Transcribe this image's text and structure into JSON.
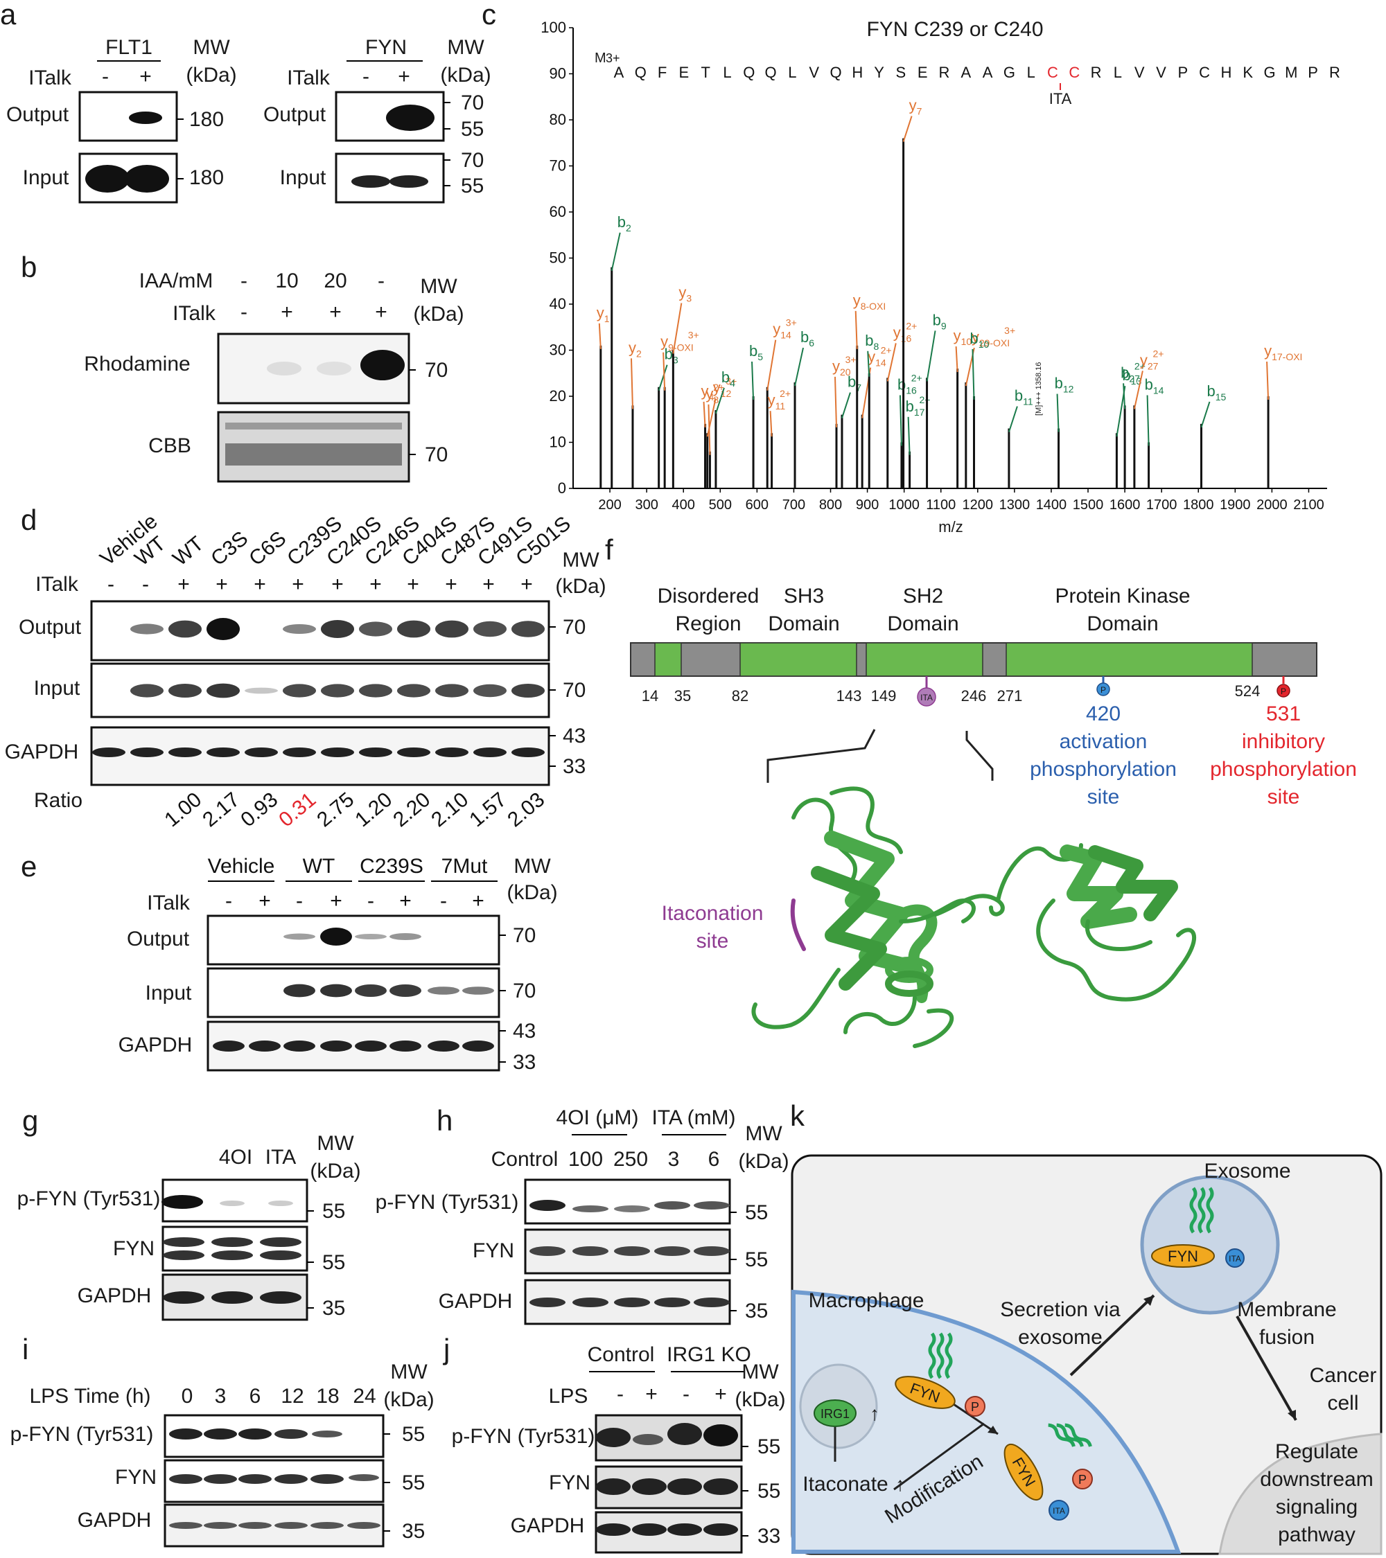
{
  "panels": {
    "a": {
      "letter": "a",
      "blot1_title": "FLT1",
      "blot2_title": "FYN",
      "mw_label": "MW",
      "kda_label": "(kDa)",
      "italk_label": "ITalk",
      "minus": "-",
      "plus": "+",
      "output_label": "Output",
      "input_label": "Input",
      "mw_180": "180",
      "mw_70": "70",
      "mw_55": "55"
    },
    "b": {
      "letter": "b",
      "iaa_label": "IAA/mM",
      "iaa_values": [
        "-",
        "10",
        "20",
        "-"
      ],
      "italk_label": "ITalk",
      "italk_values": [
        "-",
        "+",
        "+",
        "+"
      ],
      "mw_label": "MW",
      "kda_label": "(kDa)",
      "rhodamine_label": "Rhodamine",
      "cbb_label": "CBB",
      "mw_70": "70"
    },
    "c": {
      "letter": "c",
      "title": "FYN  C239 or C240",
      "xlabel": "m/z",
      "sequence": [
        "A",
        "Q",
        "F",
        "E",
        "T",
        "L",
        "Q",
        "Q",
        "L",
        "V",
        "Q",
        "H",
        "Y",
        "S",
        "E",
        "R",
        "A",
        "A",
        "G",
        "L",
        "C",
        "C",
        "R",
        "L",
        "V",
        "V",
        "P",
        "C",
        "H",
        "K",
        "G",
        "M",
        "P",
        "R"
      ],
      "precursor": "M",
      "charge": "3+",
      "ita_mark": "ITA",
      "precursor_note": "[M]+++ 1358.16"
    },
    "d": {
      "letter": "d",
      "lanes": [
        "Vehicle",
        "WT",
        "WT",
        "C3S",
        "C6S",
        "C239S",
        "C240S",
        "C246S",
        "C404S",
        "C487S",
        "C491S",
        "C501S"
      ],
      "italk_label": "ITalk",
      "italk_values": [
        "-",
        "-",
        "+",
        "+",
        "+",
        "+",
        "+",
        "+",
        "+",
        "+",
        "+",
        "+"
      ],
      "mw_label": "MW",
      "kda_label": "(kDa)",
      "output_label": "Output",
      "input_label": "Input",
      "gapdh_label": "GAPDH",
      "ratio_label": "Ratio",
      "ratios": [
        "1.00",
        "2.17",
        "0.93",
        "0.31",
        "2.75",
        "1.20",
        "2.20",
        "2.10",
        "1.57",
        "2.03"
      ],
      "mw_70": "70",
      "mw_43": "43",
      "mw_33": "33"
    },
    "e": {
      "letter": "e",
      "groups": [
        "Vehicle",
        "WT",
        "C239S",
        "7Mut"
      ],
      "italk_label": "ITalk",
      "italk_values": [
        "-",
        "+",
        "-",
        "+",
        "-",
        "+",
        "-",
        "+"
      ],
      "mw_label": "MW",
      "kda_label": "(kDa)",
      "output_label": "Output",
      "input_label": "Input",
      "gapdh_label": "GAPDH",
      "mw_70": "70",
      "mw_43": "43",
      "mw_33": "33"
    },
    "f": {
      "letter": "f",
      "domains": [
        {
          "name_line1": "Disordered",
          "name_line2": "Region"
        },
        {
          "name_line1": "SH3",
          "name_line2": "Domain"
        },
        {
          "name_line1": "SH2",
          "name_line2": "Domain"
        },
        {
          "name_line1": "Protein Kinase",
          "name_line2": "Domain"
        }
      ],
      "positions": [
        "14",
        "35",
        "82",
        "143",
        "149",
        "246",
        "271",
        "524"
      ],
      "ita_badge": "ITA",
      "p_badge": "P",
      "site_420": [
        "420",
        "activation",
        "phosphorylation",
        "site"
      ],
      "site_531": [
        "531",
        "inhibitory",
        "phosphorylation",
        "site"
      ],
      "itaconation_label": [
        "Itaconation",
        "site"
      ]
    },
    "g": {
      "letter": "g",
      "lanes": [
        "",
        "4OI",
        "ITA"
      ],
      "mw_label": "MW",
      "kda_label": "(kDa)",
      "rows": [
        "p-FYN (Tyr531)",
        "FYN",
        "GAPDH"
      ],
      "mw": [
        "55",
        "55",
        "35"
      ]
    },
    "h": {
      "letter": "h",
      "group1": "4OI (μM)",
      "group2": "ITA (mM)",
      "lanes": [
        "Control",
        "100",
        "250",
        "3",
        "6"
      ],
      "mw_label": "MW",
      "kda_label": "(kDa)",
      "rows": [
        "p-FYN (Tyr531)",
        "FYN",
        "GAPDH"
      ],
      "mw": [
        "55",
        "55",
        "35"
      ]
    },
    "i": {
      "letter": "i",
      "lps_label": "LPS Time (h)",
      "lanes": [
        "0",
        "3",
        "6",
        "12",
        "18",
        "24"
      ],
      "mw_label": "MW",
      "kda_label": "(kDa)",
      "rows": [
        "p-FYN (Tyr531)",
        "FYN",
        "GAPDH"
      ],
      "mw": [
        "55",
        "55",
        "35"
      ]
    },
    "j": {
      "letter": "j",
      "groups": [
        "Control",
        "IRG1 KO"
      ],
      "lps_label": "LPS",
      "lps_values": [
        "-",
        "+",
        "-",
        "+"
      ],
      "mw_label": "MW",
      "kda_label": "(kDa)",
      "rows": [
        "p-FYN (Tyr531)",
        "FYN",
        "GAPDH"
      ],
      "mw": [
        "55",
        "55",
        "33"
      ]
    },
    "k": {
      "letter": "k",
      "exosome": "Exosome",
      "macrophage": "Macrophage",
      "secretion": [
        "Secretion via",
        "exosome"
      ],
      "membrane_fusion": [
        "Membrane",
        "fusion"
      ],
      "cancer_cell": [
        "Cancer",
        "cell"
      ],
      "regulate": [
        "Regulate",
        "downstream",
        "signaling",
        "pathway"
      ],
      "irg1": "IRG1",
      "itaconate": "Itaconate",
      "modification": "Modification",
      "fyn": "FYN",
      "ita": "ITA",
      "p": "P"
    }
  },
  "chart_data": {
    "type": "bar",
    "title": "FYN  C239 or C240",
    "xlabel": "m/z",
    "ylabel": "",
    "xlim": [
      100,
      2150
    ],
    "ylim": [
      0,
      100
    ],
    "x_ticks": [
      200,
      300,
      400,
      500,
      600,
      700,
      800,
      900,
      1000,
      1100,
      1200,
      1300,
      1400,
      1500,
      1600,
      1700,
      1800,
      1900,
      2000,
      2100
    ],
    "y_ticks": [
      0,
      10,
      20,
      30,
      40,
      50,
      60,
      70,
      80,
      90,
      100
    ],
    "series": [
      {
        "kind": "annotated",
        "peaks": [
          {
            "mz": 175,
            "intensity": 31,
            "label": "y",
            "sub": "1",
            "sup": "",
            "color": "orange"
          },
          {
            "mz": 205,
            "intensity": 48,
            "label": "b",
            "sub": "2",
            "sup": "",
            "color": "green"
          },
          {
            "mz": 262,
            "intensity": 18,
            "label": "y",
            "sub": "2",
            "sup": "",
            "color": "orange"
          },
          {
            "mz": 333,
            "intensity": 22,
            "label": "b",
            "sub": "3",
            "sup": "",
            "color": "green"
          },
          {
            "mz": 349,
            "intensity": 22,
            "label": "y",
            "sub": "9-OXI",
            "sup": "3+",
            "color": "orange"
          },
          {
            "mz": 372,
            "intensity": 30,
            "label": "y",
            "sub": "3",
            "sup": "",
            "color": "orange"
          },
          {
            "mz": 459,
            "intensity": 14,
            "label": "y",
            "sub": "4",
            "sup": "",
            "color": "orange"
          },
          {
            "mz": 465,
            "intensity": 12,
            "label": "y",
            "sub": "12",
            "sup": "3+",
            "color": "orange"
          },
          {
            "mz": 472,
            "intensity": 8,
            "label": "y",
            "sub": "8",
            "sup": "2+",
            "color": "orange"
          },
          {
            "mz": 488,
            "intensity": 17,
            "label": "b",
            "sub": "4",
            "sup": "",
            "color": "green"
          },
          {
            "mz": 590,
            "intensity": 20,
            "label": "b",
            "sub": "5",
            "sup": "",
            "color": "green"
          },
          {
            "mz": 628,
            "intensity": 22,
            "label": "y",
            "sub": "14",
            "sup": "3+",
            "color": "orange"
          },
          {
            "mz": 640,
            "intensity": 12,
            "label": "y",
            "sub": "11",
            "sup": "2+",
            "color": "orange"
          },
          {
            "mz": 703,
            "intensity": 23,
            "label": "b",
            "sub": "6",
            "sup": "",
            "color": "green"
          },
          {
            "mz": 816,
            "intensity": 14,
            "label": "y",
            "sub": "20",
            "sup": "3+",
            "color": "orange"
          },
          {
            "mz": 831,
            "intensity": 16,
            "label": "b",
            "sub": "7",
            "sup": "",
            "color": "green"
          },
          {
            "mz": 872,
            "intensity": 31,
            "label": "y",
            "sub": "8-OXI",
            "sup": "",
            "color": "orange"
          },
          {
            "mz": 886,
            "intensity": 16,
            "label": "y",
            "sub": "14",
            "sup": "2+",
            "color": "orange"
          },
          {
            "mz": 905,
            "intensity": 25,
            "label": "b",
            "sub": "8",
            "sup": "",
            "color": "green"
          },
          {
            "mz": 955,
            "intensity": 24,
            "label": "y",
            "sub": "16",
            "sup": "2+",
            "color": "orange"
          },
          {
            "mz": 993,
            "intensity": 10,
            "label": "b",
            "sub": "16",
            "sup": "2+",
            "color": "green"
          },
          {
            "mz": 998,
            "intensity": 76,
            "label": "y",
            "sub": "7",
            "sup": "",
            "color": "orange"
          },
          {
            "mz": 1015,
            "intensity": 8,
            "label": "b",
            "sub": "17",
            "sup": "2+",
            "color": "green"
          },
          {
            "mz": 1062,
            "intensity": 24,
            "label": "b",
            "sub": "9",
            "sup": "",
            "color": "green"
          },
          {
            "mz": 1145,
            "intensity": 26,
            "label": "y",
            "sub": "10",
            "sup": "",
            "color": "orange"
          },
          {
            "mz": 1168,
            "intensity": 23,
            "label": "y",
            "sub": "29-OXI",
            "sup": "3+",
            "color": "orange"
          },
          {
            "mz": 1190,
            "intensity": 20,
            "label": "b",
            "sub": "10",
            "sup": "",
            "color": "green"
          },
          {
            "mz": 1285,
            "intensity": 13,
            "label": "b",
            "sub": "11",
            "sup": "",
            "color": "green"
          },
          {
            "mz": 1420,
            "intensity": 13,
            "label": "b",
            "sub": "12",
            "sup": "",
            "color": "green"
          },
          {
            "mz": 1578,
            "intensity": 12,
            "label": "b",
            "sub": "13",
            "sup": "",
            "color": "green"
          },
          {
            "mz": 1600,
            "intensity": 18,
            "label": "b",
            "sub": "27",
            "sup": "2+",
            "color": "green"
          },
          {
            "mz": 1626,
            "intensity": 18,
            "label": "y",
            "sub": "27",
            "sup": "2+",
            "color": "orange"
          },
          {
            "mz": 1665,
            "intensity": 10,
            "label": "b",
            "sub": "14",
            "sup": "",
            "color": "green"
          },
          {
            "mz": 1808,
            "intensity": 14,
            "label": "b",
            "sub": "15",
            "sup": "",
            "color": "green"
          },
          {
            "mz": 1990,
            "intensity": 20,
            "label": "y",
            "sub": "17-OXI",
            "sup": "",
            "color": "orange"
          }
        ]
      }
    ]
  },
  "colors": {
    "orange": "#e07533",
    "green": "#1a7a4a",
    "red": "#e3262d",
    "blue": "#2b5fad",
    "purple": "#8e3b91",
    "domain_green": "#6ab94f",
    "domain_gray": "#8c8c8c"
  }
}
